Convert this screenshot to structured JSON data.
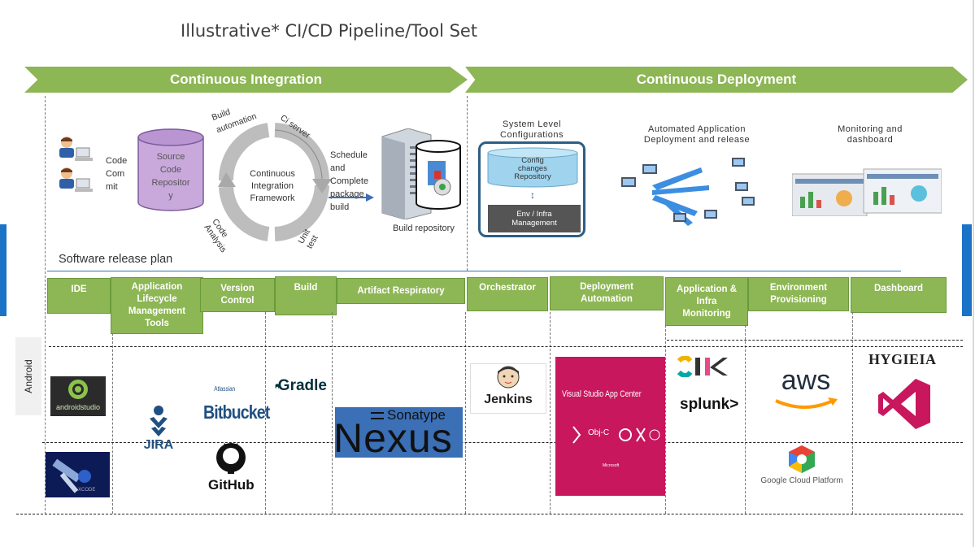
{
  "title": "Illustrative* CI/CD Pipeline/Tool Set",
  "bars": {
    "ci": "Continuous Integration",
    "cd": "Continuous Deployment"
  },
  "ci_diagram": {
    "code_commit": "Code\nCom\nmit",
    "repo": "Source\nCode\nRepositor\ny",
    "build_automation": "Build\nautomation",
    "ci_server": "Ci server",
    "framework": "Continuous\nIntegration\nFramework",
    "code_analysis": "Code\nAnalysis",
    "unit_test": "Unit\ntest",
    "schedule": "Schedule\nand\nComplete\npackage\nbuild",
    "build_repo": "Build repository"
  },
  "cd_diagram": {
    "system_level": "System Level\nConfigurations",
    "config_repo": "Config\nchanges\nRepository",
    "env_infra": "Env / Infra\nManagement",
    "automated_app": "Automated Application\nDeployment and release",
    "monitoring": "Monitoring and\ndashboard"
  },
  "release_plan": "Software release plan",
  "categories": [
    "IDE",
    "Application\nLifecycle\nManagement\nTools",
    "Version\nControl",
    "Build",
    "Artifact Respiratory",
    "Orchestrator",
    "Deployment\nAutomation",
    "Application &\nInfra\nMonitoring",
    "Environment\nProvisioning",
    "Dashboard"
  ],
  "side_label": "Android",
  "tools": {
    "android_studio": "androidstudio",
    "xcode": "XCODE",
    "jira": "JIRA",
    "bitbucket_small": "Atlassian",
    "bitbucket": "Bitbucket",
    "github": "GitHub",
    "gradle": "Gradle",
    "sonatype": "Sonatype",
    "nexus": "Nexus",
    "jenkins": "Jenkins",
    "vs_app_center": "Visual Studio App Center",
    "vs_objc": "Obj-C",
    "vs_ms": "Microsoft",
    "elk": "elk",
    "splunk": "splunk>",
    "aws": "aws",
    "gcp": "Google Cloud Platform",
    "hygieia": "HYGIEIA"
  },
  "colors": {
    "green": "#8db654",
    "blue_stripe": "#1a73c7",
    "vs_pink": "#c8175d",
    "nexus_blue": "#3b6fb6"
  }
}
